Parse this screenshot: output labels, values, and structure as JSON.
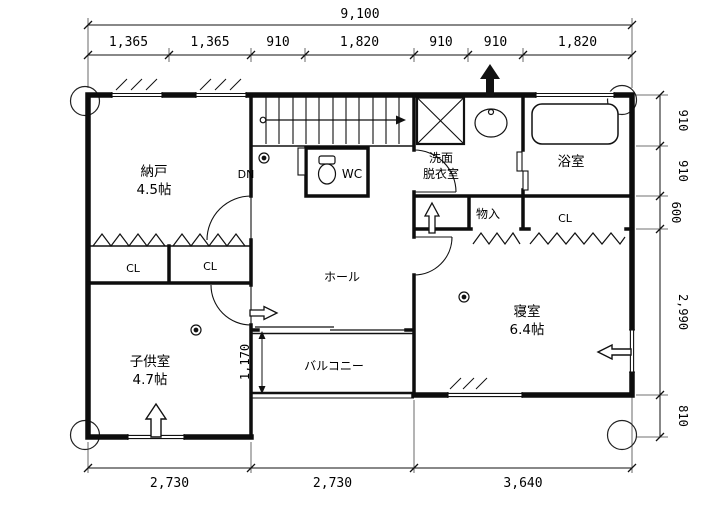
{
  "drawing": {
    "dimensions": {
      "top_total": "9,100",
      "top_segments": [
        "1,365",
        "1,365",
        "910",
        "1,820",
        "910",
        "910",
        "1,820"
      ],
      "right_segments": [
        "910",
        "910",
        "600",
        "2,990",
        "810"
      ],
      "bottom_segments": [
        "2,730",
        "2,730",
        "3,640"
      ],
      "balcony_depth": "1,170"
    },
    "labels": {
      "nando_name": "納戸",
      "nando_size": "4.5帖",
      "kodomo_name": "子供室",
      "kodomo_size": "4.7帖",
      "shinshitsu_name": "寝室",
      "shinshitsu_size": "6.4帖",
      "hall": "ホール",
      "balcony": "バルコニー",
      "senmen_line1": "洗面",
      "senmen_line2": "脱衣室",
      "bath": "浴室",
      "wc": "WC",
      "monoire": "物入",
      "closet": "CL",
      "stairs_down": "DN"
    },
    "colors": {
      "wall": "#0d0d0d",
      "line": "#222222",
      "background": "#ffffff"
    }
  }
}
